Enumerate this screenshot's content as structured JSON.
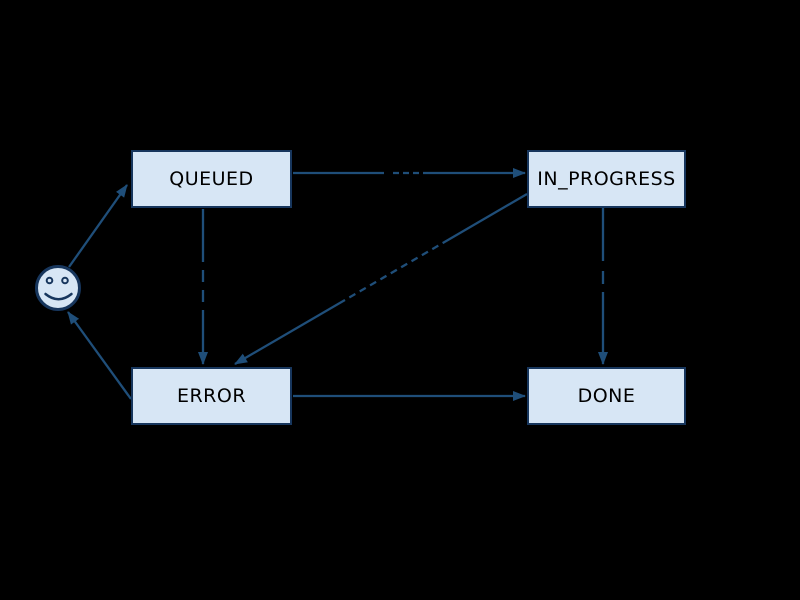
{
  "colors": {
    "background": "#000000",
    "node_fill": "#d7e6f5",
    "node_border": "#17365d",
    "edge": "#1f4e79",
    "node_text": "#000000"
  },
  "diagram": {
    "type": "state-machine",
    "nodes": {
      "start": {
        "id": "start",
        "kind": "initial-actor",
        "icon": "smiley-face-icon"
      },
      "queued": {
        "id": "queued",
        "label": "QUEUED"
      },
      "in_progress": {
        "id": "in_progress",
        "label": "IN_PROGRESS"
      },
      "error": {
        "id": "error",
        "label": "ERROR"
      },
      "done": {
        "id": "done",
        "label": "DONE"
      }
    },
    "edges": [
      {
        "from": "start",
        "to": "queued"
      },
      {
        "from": "queued",
        "to": "in_progress"
      },
      {
        "from": "queued",
        "to": "error"
      },
      {
        "from": "in_progress",
        "to": "error"
      },
      {
        "from": "in_progress",
        "to": "done"
      },
      {
        "from": "error",
        "to": "done"
      },
      {
        "from": "error",
        "to": "start"
      }
    ]
  }
}
